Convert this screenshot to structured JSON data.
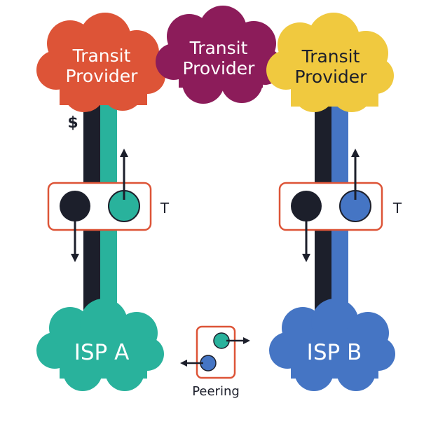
{
  "colors": {
    "transit_left": "#dd5437",
    "transit_middle": "#8c1c5a",
    "transit_right": "#f0c93f",
    "isp_a": "#29b29c",
    "isp_b": "#4575c4",
    "link_dark": "#1c1f2b",
    "box_border": "#dd5437",
    "arrow": "#1c1f2b",
    "white_text": "#ffffff",
    "dark_text": "#1c1f2b"
  },
  "clouds": {
    "transit_left": {
      "line1": "Transit",
      "line2": "Provider"
    },
    "transit_middle": {
      "line1": "Transit",
      "line2": "Provider"
    },
    "transit_right": {
      "line1": "Transit",
      "line2": "Provider"
    },
    "isp_a": {
      "label": "ISP A"
    },
    "isp_b": {
      "label": "ISP B"
    }
  },
  "labels": {
    "dollar": "$",
    "transit_a": "T",
    "transit_b": "T",
    "peering": "Peering"
  }
}
